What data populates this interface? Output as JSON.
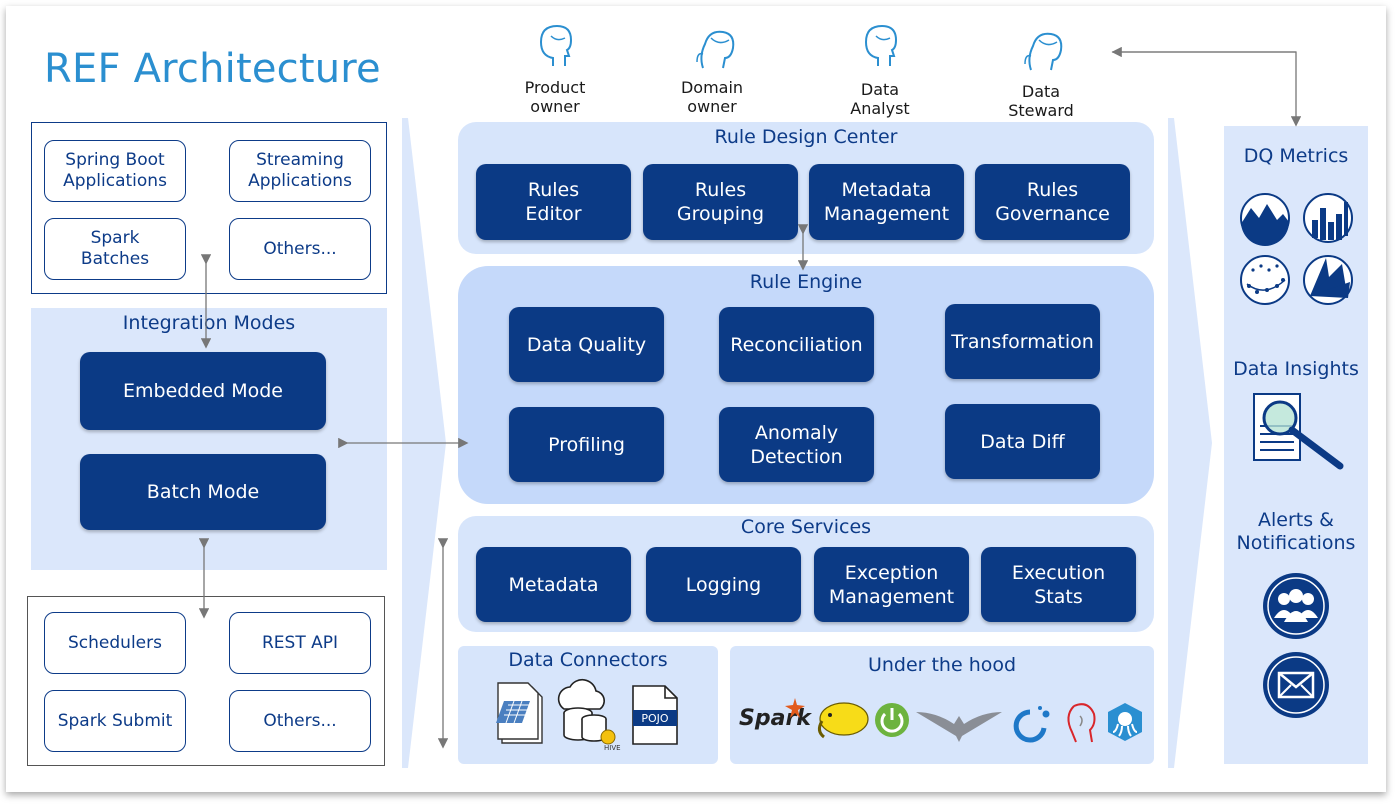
{
  "title": "REF Architecture",
  "personas": [
    {
      "label": "Product\nowner",
      "icon": "user-icon"
    },
    {
      "label": "Domain\nowner",
      "icon": "user-female-icon"
    },
    {
      "label": "Data\nAnalyst",
      "icon": "user-icon"
    },
    {
      "label": "Data\nSteward",
      "icon": "user-female-icon"
    }
  ],
  "applications": [
    "Spring Boot\nApplications",
    "Streaming\nApplications",
    "Spark\nBatches",
    "Others..."
  ],
  "integration_modes": {
    "title": "Integration Modes",
    "modes": [
      "Embedded Mode",
      "Batch Mode"
    ]
  },
  "triggers": [
    "Schedulers",
    "REST API",
    "Spark Submit",
    "Others..."
  ],
  "rule_design_center": {
    "title": "Rule Design Center",
    "items": [
      "Rules\nEditor",
      "Rules\nGrouping",
      "Metadata\nManagement",
      "Rules\nGovernance"
    ]
  },
  "rule_engine": {
    "title": "Rule Engine",
    "items": [
      "Data Quality",
      "Reconciliation",
      "Transformation",
      "Profiling",
      "Anomaly\nDetection",
      "Data Diff"
    ]
  },
  "core_services": {
    "title": "Core Services",
    "items": [
      "Metadata",
      "Logging",
      "Exception\nManagement",
      "Execution\nStats"
    ]
  },
  "data_connectors": {
    "title": "Data Connectors",
    "icons": [
      "file-table-icon",
      "database-cloud-icon",
      "hive-icon",
      "pojo-file-icon"
    ],
    "pojo_label": "POJO",
    "hive_label": "HIVE"
  },
  "under_the_hood": {
    "title": "Under the hood",
    "spark_label": "Spark",
    "icons": [
      "spark-logo-icon",
      "hadoop-elephant-icon",
      "spring-power-icon",
      "falcon-icon",
      "loop-icon",
      "head-profile-icon",
      "kraken-icon"
    ]
  },
  "right_column": {
    "dq_metrics": "DQ Metrics",
    "dq_icons": [
      "mountain-chart-icon",
      "bar-chart-icon",
      "scatter-chart-icon",
      "radar-chart-icon"
    ],
    "data_insights": "Data Insights",
    "alerts": "Alerts &\nNotifications",
    "alert_icons": [
      "users-group-icon",
      "envelope-icon"
    ]
  },
  "colors": {
    "dark_blue": "#0b3a85",
    "light_panel": "#dbe7fb",
    "title_blue": "#2b8fd0"
  }
}
